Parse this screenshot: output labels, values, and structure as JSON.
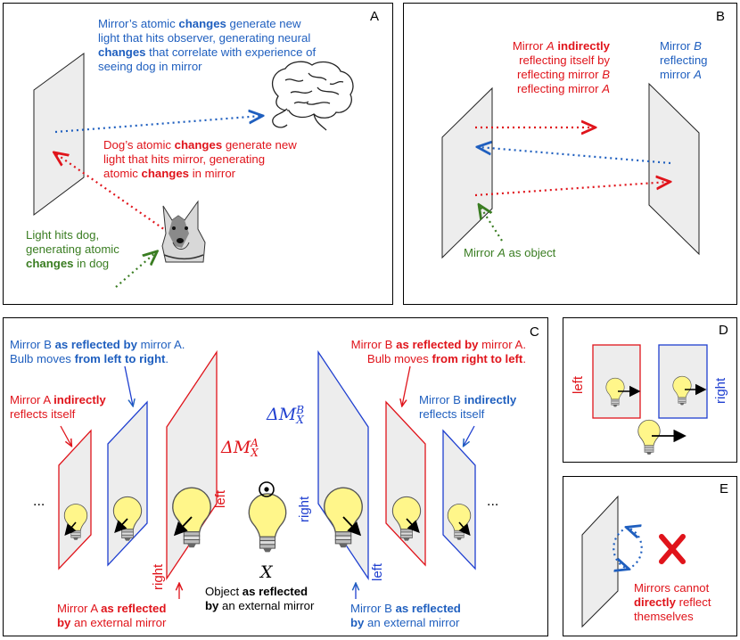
{
  "panels": {
    "a": {
      "label": "A",
      "observer_1": "Mirror’s atomic ",
      "observer_b1": "changes",
      "observer_2": " generate new",
      "observer_3": "light that hits observer, generating neural",
      "observer_b2": "changes",
      "observer_4": " that correlate with experience of",
      "observer_5": "seeing dog in mirror",
      "dog_1": "Dog’s atomic ",
      "dog_b1": "changes",
      "dog_2": " generate new",
      "dog_3": "light that hits mirror, generating",
      "dog_4": "atomic ",
      "dog_b2": "changes",
      "dog_5": " in mirror",
      "light_1": "Light hits dog,",
      "light_2": "generating atomic",
      "light_b": "changes",
      "light_3": " in dog"
    },
    "b": {
      "label": "B",
      "red_1": "Mirror ",
      "red_i1": "A",
      "red_b1": " indirectly",
      "red_2": "reflecting itself by",
      "red_3": "reflecting mirror ",
      "red_i2": "B",
      "red_4": "reflecting mirror ",
      "red_i3": "A",
      "blue_1": "Mirror ",
      "blue_i1": "B",
      "blue_2": "reflecting",
      "blue_3": "mirror ",
      "blue_i2": "A",
      "green_1": "Mirror ",
      "green_i": "A",
      "green_2": " as object"
    },
    "c": {
      "label": "C",
      "bl_1": "Mirror B ",
      "bl_b1": "as reflected by",
      "bl_2": " mirror A.",
      "bl_3": "Bulb moves ",
      "bl_b2": "from left to right",
      "bl_4": ".",
      "rl_1": "Mirror B ",
      "rl_b1": "as reflected by",
      "rl_2": " mirror A.",
      "rl_3": "Bulb moves ",
      "rl_b2": "from right to left",
      "rl_4": ".",
      "ai_1": "Mirror A ",
      "ai_b": "indirectly",
      "ai_2": "reflects itself",
      "bi_1": "Mirror B ",
      "bi_b": "indirectly",
      "bi_2": "reflects itself",
      "dots_left": "...",
      "dots_right": "...",
      "dma_base": "ΔM",
      "dma_sup": "A",
      "dma_sub": "X",
      "dmb_base": "ΔM",
      "dmb_sup": "B",
      "dmb_sub": "X",
      "left_a": "left",
      "right_a": "right",
      "right_b": "right",
      "left_b": "left",
      "x_label": "X",
      "obj_1": "Object ",
      "obj_b1": "as reflected",
      "obj_b2": "by",
      "obj_2": " an external mirror",
      "ma_1": "Mirror A ",
      "ma_b1": "as reflected",
      "ma_b2": "by",
      "ma_2": " an external mirror",
      "mb_1": "Mirror B ",
      "mb_b1": "as reflected",
      "mb_b2": "by",
      "mb_2": " an external mirror"
    },
    "d": {
      "label": "D",
      "left": "left",
      "right": "right"
    },
    "e": {
      "label": "E",
      "text_1": "Mirrors cannot",
      "text_b": "directly",
      "text_2": " reflect",
      "text_3": "themselves"
    }
  },
  "colors": {
    "blue": "#1f5fbf",
    "red": "#e0141b",
    "green": "#3a7d22",
    "mirror_fill": "#ededed",
    "bulb_fill": "#fff68a"
  },
  "icons": [
    "brain-icon",
    "dog-icon",
    "lightbulb-icon",
    "red-x-icon",
    "dotted-circle-icon",
    "circle-dot-icon"
  ]
}
